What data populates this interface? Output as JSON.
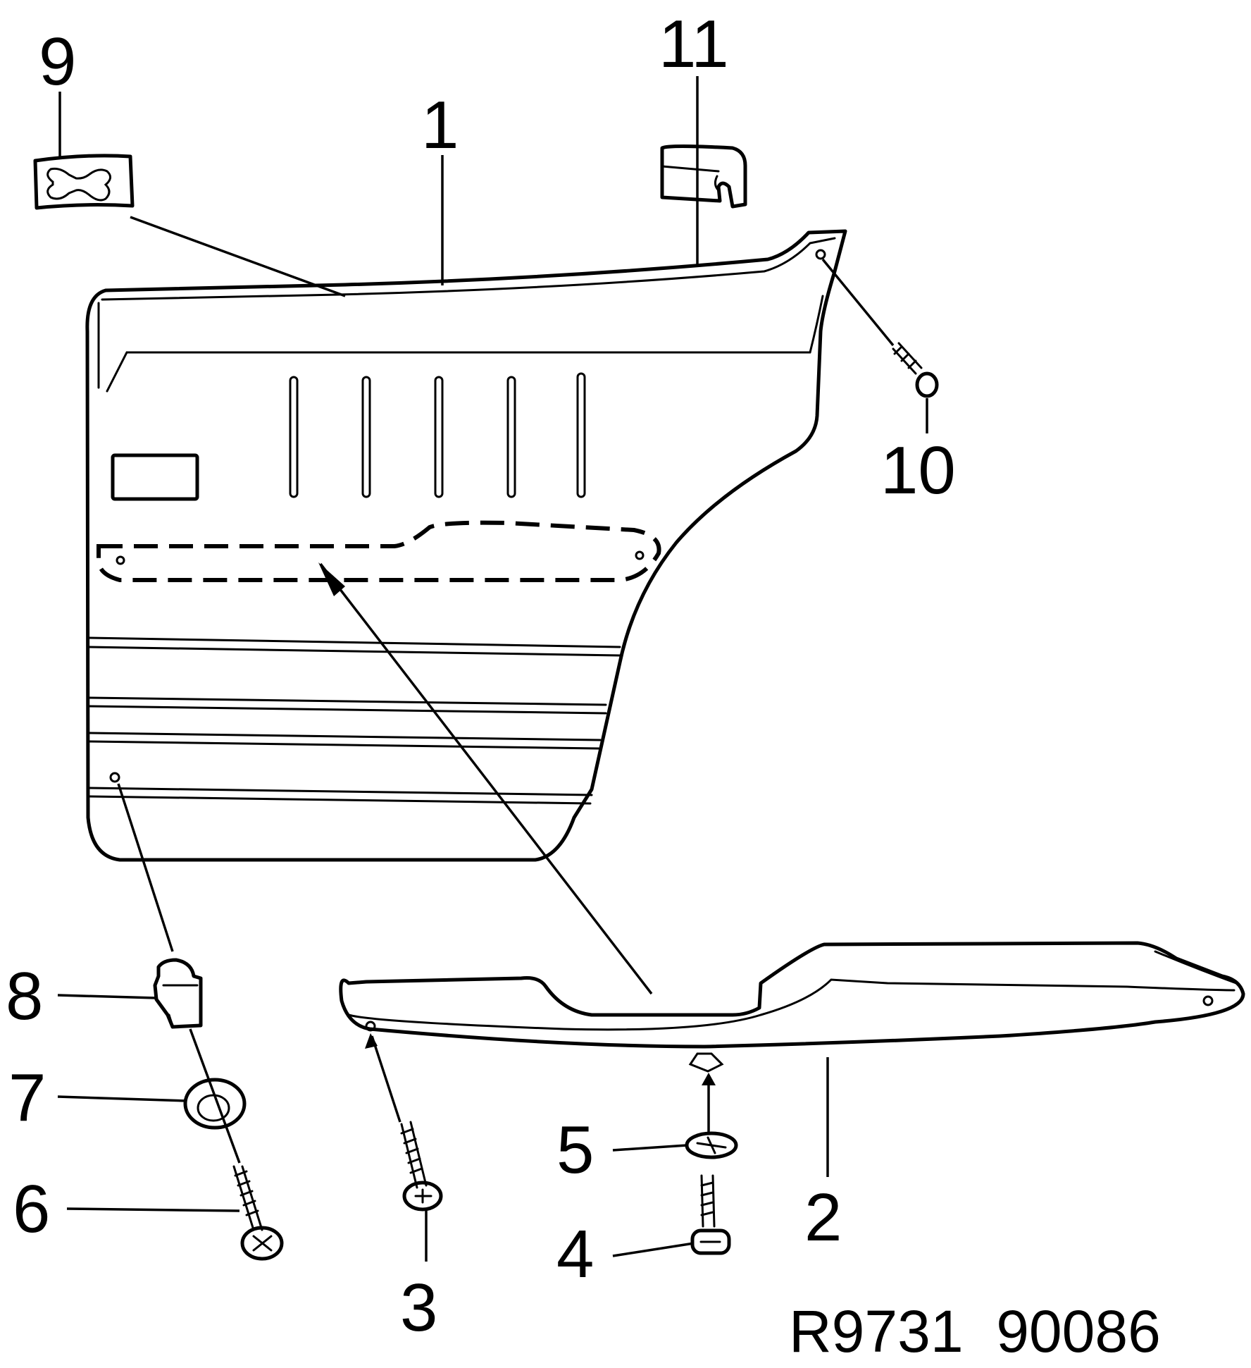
{
  "callouts": {
    "c1": "1",
    "c2": "2",
    "c3": "3",
    "c4": "4",
    "c5": "5",
    "c6": "6",
    "c7": "7",
    "c8": "8",
    "c9": "9",
    "c10": "10",
    "c11": "11"
  },
  "reference": "R9731  90086",
  "colors": {
    "ink": "#000000",
    "paper": "#ffffff"
  }
}
